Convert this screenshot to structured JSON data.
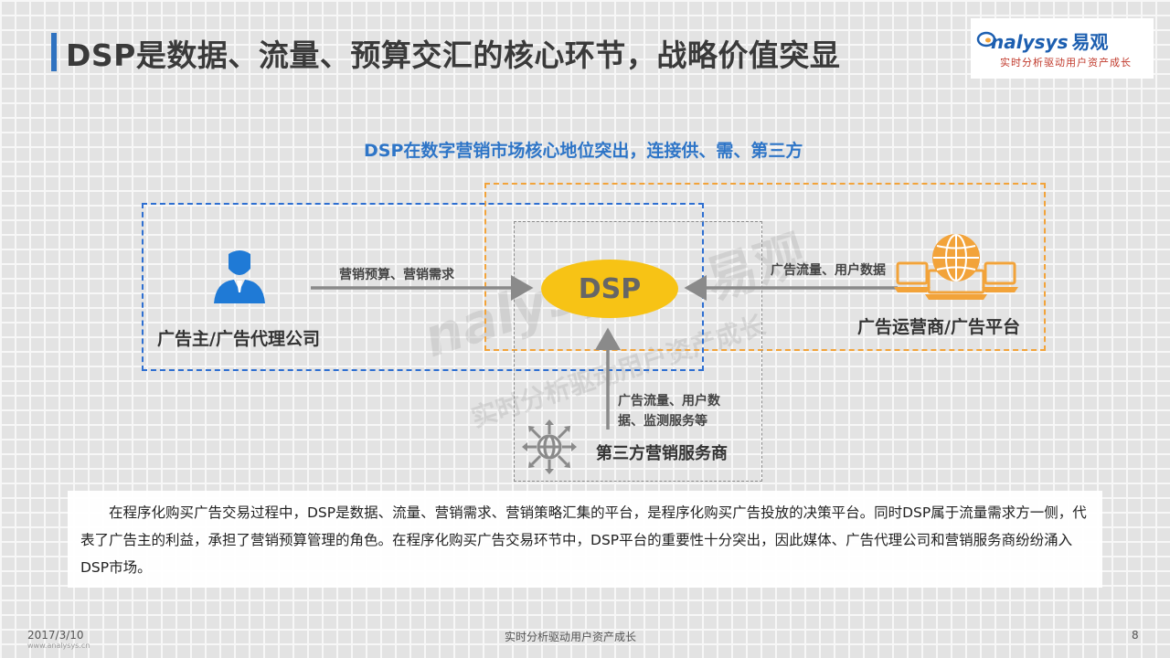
{
  "header": {
    "title": "DSP是数据、流量、预算交汇的核心环节，战略价值突显"
  },
  "logo": {
    "brand": "nalysys",
    "brand_cn": "易观",
    "slogan": "实时分析驱动用户资产成长",
    "brand_color": "#1d5fb0"
  },
  "diagram": {
    "subtitle": "DSP在数字营销市场核心地位突出，连接供、需、第三方",
    "center_label": "DSP",
    "advertiser_label": "广告主/广告代理公司",
    "operator_label": "广告运营商/广告平台",
    "third_party_label": "第三方营销服务商",
    "arrow_left_label": "营销预算、营销需求",
    "arrow_right_label": "广告流量、用户数据",
    "arrow_up_label_line1": "广告流量、用户数",
    "arrow_up_label_line2": "据、监测服务等",
    "colors": {
      "demand_box": "#2e6fd1",
      "supply_box": "#f2a33a",
      "third_box": "#8a8a8a",
      "dsp_fill": "#f7c315",
      "advertiser_icon": "#1f7ad6",
      "operator_icon": "#f2a33a"
    },
    "icons": [
      "person-icon",
      "globe-laptops-icon",
      "network-globe-icon"
    ]
  },
  "watermark": {
    "brand": "nalysys",
    "brand_cn": "易观",
    "slogan": "实时分析驱动用户资产成长"
  },
  "description": "在程序化购买广告交易过程中，DSP是数据、流量、营销需求、营销策略汇集的平台，是程序化购买广告投放的决策平台。同时DSP属于流量需求方一侧，代表了广告主的利益，承担了营销预算管理的角色。在程序化购买广告交易环节中，DSP平台的重要性十分突出，因此媒体、广告代理公司和营销服务商纷纷涌入DSP市场。",
  "footer": {
    "date": "2017/3/10",
    "center": "实时分析驱动用户资产成长",
    "page": "8",
    "url": "www.analysys.cn"
  }
}
